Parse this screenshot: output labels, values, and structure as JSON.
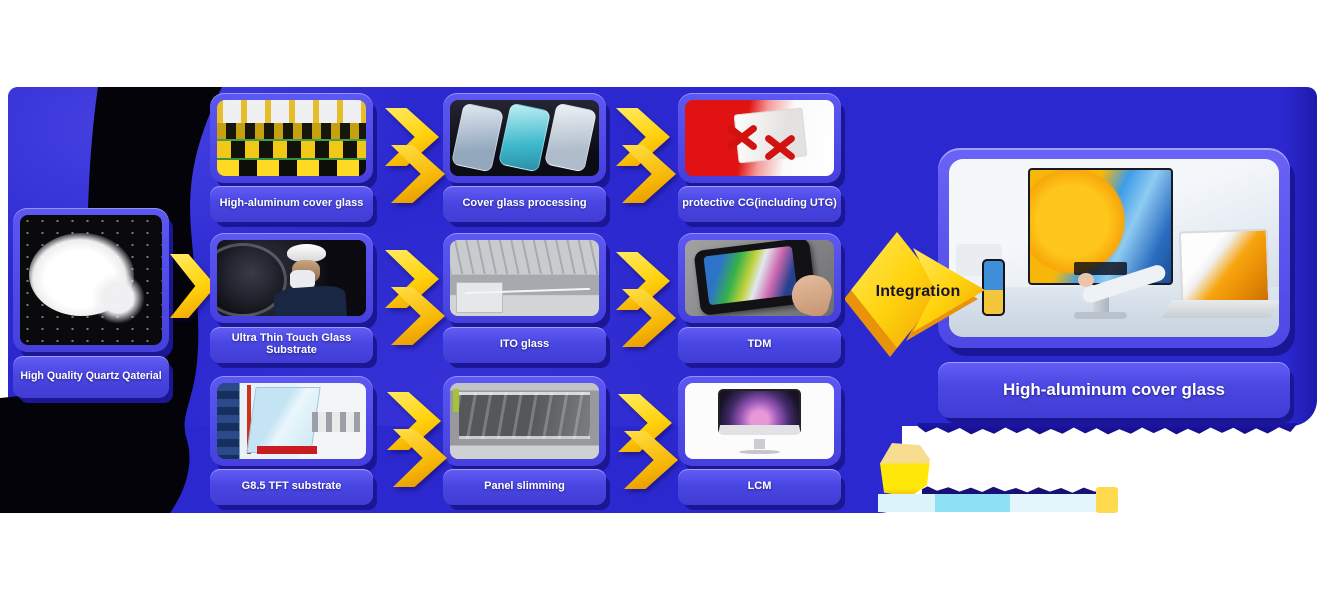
{
  "source": {
    "label": "High Quality Quartz Qaterial"
  },
  "grid": {
    "cells": [
      {
        "label": "High-aluminum cover glass"
      },
      {
        "label": "Cover glass processing"
      },
      {
        "label": "protective CG(including UTG)"
      },
      {
        "label": "Ultra Thin Touch Glass Substrate"
      },
      {
        "label": "ITO glass"
      },
      {
        "label": "TDM"
      },
      {
        "label": "G8.5 TFT substrate"
      },
      {
        "label": "Panel slimming"
      },
      {
        "label": "LCM"
      }
    ]
  },
  "integration": {
    "label": "Integration"
  },
  "result": {
    "label": "High-aluminum cover glass"
  },
  "colors": {
    "canvas_blue": "#2b28cf",
    "panel_blue": "#4a46e2",
    "arrow_yellow": "#ffd10a",
    "arrow_orange": "#ee9e00",
    "label_text": "#ffffff",
    "swoosh_black": "#030309"
  }
}
